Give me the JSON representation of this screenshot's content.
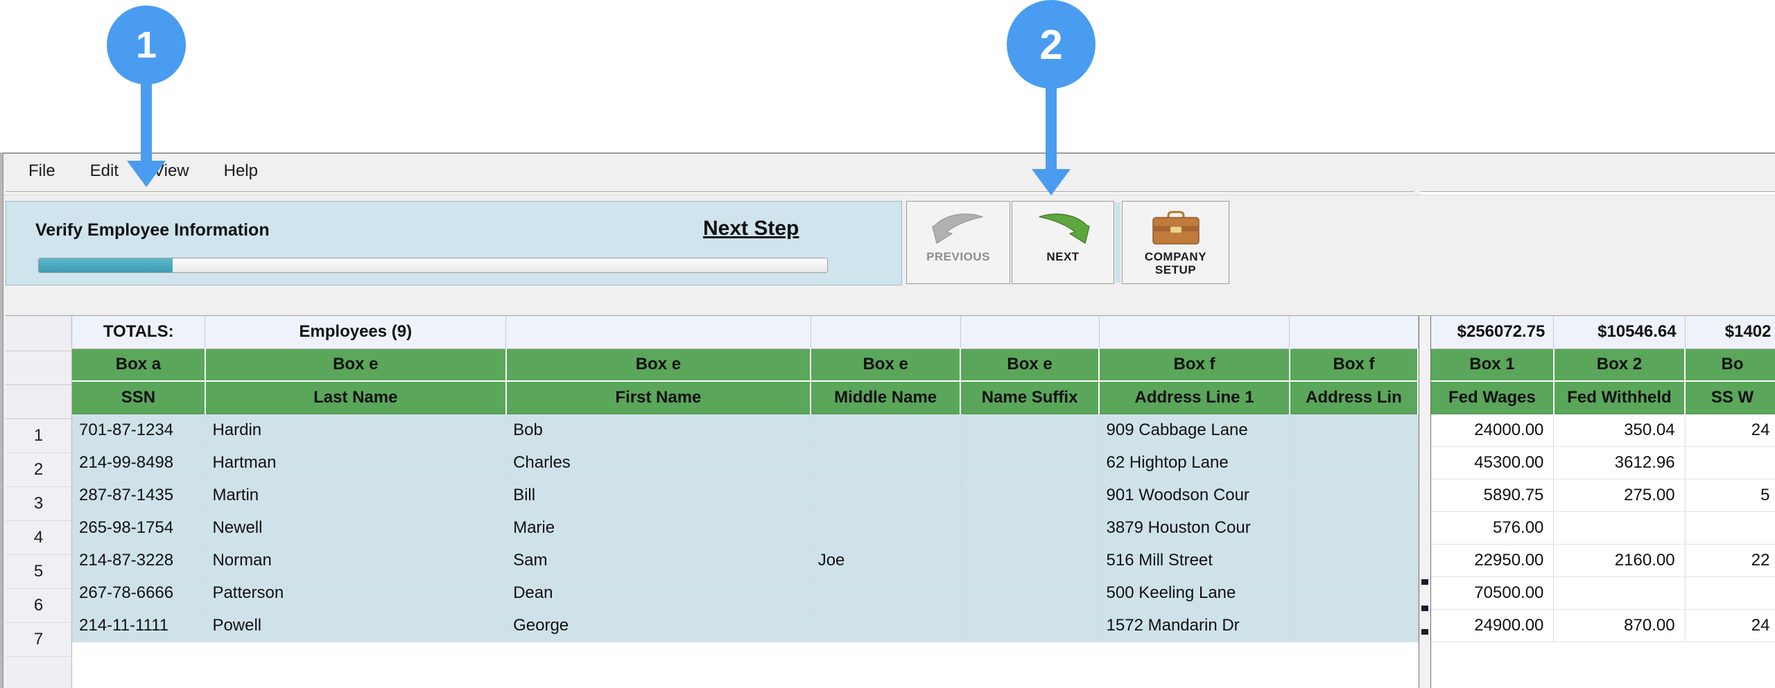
{
  "menubar": {
    "items": [
      "File",
      "Edit",
      "View",
      "Help"
    ]
  },
  "wizard": {
    "step_title": "Verify Employee Information",
    "next_step_label": "Next Step",
    "progress_percent": 17
  },
  "toolbar": {
    "buttons": [
      {
        "name": "previous",
        "label": "PREVIOUS",
        "icon": "arrow-left-curved-gray-icon",
        "enabled": false
      },
      {
        "name": "next",
        "label": "NEXT",
        "icon": "arrow-right-curved-green-icon",
        "enabled": true
      },
      {
        "name": "company-setup",
        "label_line1": "COMPANY",
        "label_line2": "SETUP",
        "icon": "briefcase-icon",
        "enabled": true
      }
    ]
  },
  "grid": {
    "totals": {
      "label": "TOTALS:",
      "employees": "Employees (9)",
      "left_blanks": [
        "",
        "",
        "",
        "",
        "",
        ""
      ],
      "right_values": [
        "$256072.75",
        "$10546.64",
        "$1402"
      ]
    },
    "box_headers_left": [
      "Box a",
      "Box e",
      "Box e",
      "Box e",
      "Box e",
      "Box f",
      "Box f"
    ],
    "box_headers_right": [
      "Box 1",
      "Box 2",
      "Bo"
    ],
    "field_headers_left": [
      "SSN",
      "Last Name",
      "First Name",
      "Middle Name",
      "Name Suffix",
      "Address Line 1",
      "Address Lin"
    ],
    "field_headers_right": [
      "Fed Wages",
      "Fed Withheld",
      "SS W"
    ],
    "rows": [
      {
        "num": "1",
        "ssn": "701-87-1234",
        "last": "Hardin",
        "first": "Bob",
        "middle": "",
        "suffix": "",
        "addr1": "909 Cabbage Lane",
        "addr2": "",
        "fed_wages": "24000.00",
        "fed_withheld": "350.04",
        "ss_wages": "24"
      },
      {
        "num": "2",
        "ssn": "214-99-8498",
        "last": "Hartman",
        "first": "Charles",
        "middle": "",
        "suffix": "",
        "addr1": "62 Hightop Lane",
        "addr2": "",
        "fed_wages": "45300.00",
        "fed_withheld": "3612.96",
        "ss_wages": ""
      },
      {
        "num": "3",
        "ssn": "287-87-1435",
        "last": "Martin",
        "first": "Bill",
        "middle": "",
        "suffix": "",
        "addr1": "901 Woodson Cour",
        "addr2": "",
        "fed_wages": "5890.75",
        "fed_withheld": "275.00",
        "ss_wages": "5"
      },
      {
        "num": "4",
        "ssn": "265-98-1754",
        "last": "Newell",
        "first": "Marie",
        "middle": "",
        "suffix": "",
        "addr1": "3879 Houston Cour",
        "addr2": "",
        "fed_wages": "576.00",
        "fed_withheld": "",
        "ss_wages": ""
      },
      {
        "num": "5",
        "ssn": "214-87-3228",
        "last": "Norman",
        "first": "Sam",
        "middle": "Joe",
        "suffix": "",
        "addr1": "516 Mill Street",
        "addr2": "",
        "fed_wages": "22950.00",
        "fed_withheld": "2160.00",
        "ss_wages": "22"
      },
      {
        "num": "6",
        "ssn": "267-78-6666",
        "last": "Patterson",
        "first": "Dean",
        "middle": "",
        "suffix": "",
        "addr1": "500 Keeling Lane",
        "addr2": "",
        "fed_wages": "70500.00",
        "fed_withheld": "",
        "ss_wages": ""
      },
      {
        "num": "7",
        "ssn": "214-11-1111",
        "last": "Powell",
        "first": "George",
        "middle": "",
        "suffix": "",
        "addr1": "1572 Mandarin Dr",
        "addr2": "",
        "fed_wages": "24900.00",
        "fed_withheld": "870.00",
        "ss_wages": "24"
      }
    ]
  },
  "callouts": [
    {
      "number": "1",
      "target": "view-menu"
    },
    {
      "number": "2",
      "target": "next-button"
    }
  ],
  "colors": {
    "callout_blue": "#4a9cf0",
    "header_green": "#5aa65a",
    "panel_blue": "#cfe4ec",
    "totals_teal": "#2e8fae",
    "row_blue": "#cfe2ea",
    "progress_teal": "#4eaec4"
  }
}
